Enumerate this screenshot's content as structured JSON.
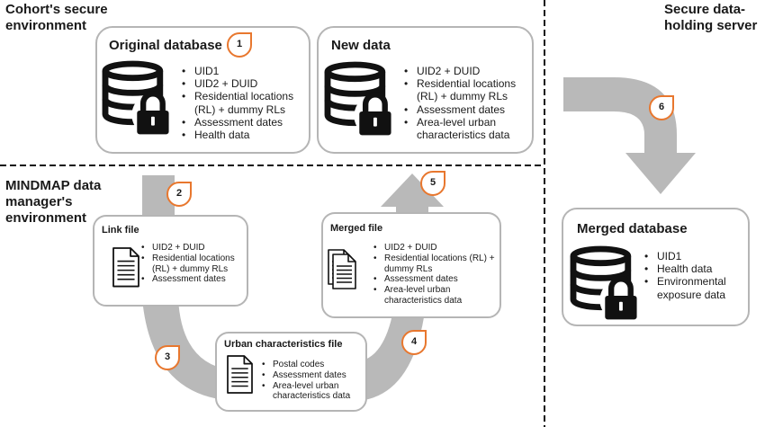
{
  "zones": {
    "cohort": "Cohort's secure environment",
    "mindmap": "MINDMAP data manager's environment",
    "server": "Secure data-holding server"
  },
  "boxes": {
    "original_database": {
      "title": "Original database",
      "items": [
        "UID1",
        "UID2 + DUID",
        "Residential locations (RL) + dummy RLs",
        "Assessment dates",
        "Health data"
      ]
    },
    "new_data": {
      "title": "New data",
      "items": [
        "UID2 + DUID",
        "Residential locations (RL) + dummy RLs",
        "Assessment dates",
        "Area-level urban characteristics data"
      ]
    },
    "link_file": {
      "title": "Link file",
      "items": [
        "UID2 + DUID",
        "Residential locations (RL) + dummy RLs",
        "Assessment dates"
      ]
    },
    "merged_file": {
      "title": "Merged file",
      "items": [
        "UID2 + DUID",
        "Residential locations (RL) + dummy RLs",
        "Assessment dates",
        "Area-level urban characteristics data"
      ]
    },
    "urban_file": {
      "title": "Urban characteristics file",
      "items": [
        "Postal codes",
        "Assessment dates",
        "Area-level urban characteristics data"
      ]
    },
    "merged_database": {
      "title": "Merged database",
      "items": [
        "UID1",
        "Health data",
        "Environmental exposure data"
      ]
    }
  },
  "steps": [
    "1",
    "2",
    "3",
    "4",
    "5",
    "6"
  ],
  "colors": {
    "arrow": "#b9b9b9",
    "box_border": "#b5b5b5",
    "badge": "#e8772e"
  },
  "icons": {
    "database": "database-lock-icon",
    "document": "document-icon",
    "documents": "documents-stack-icon"
  }
}
